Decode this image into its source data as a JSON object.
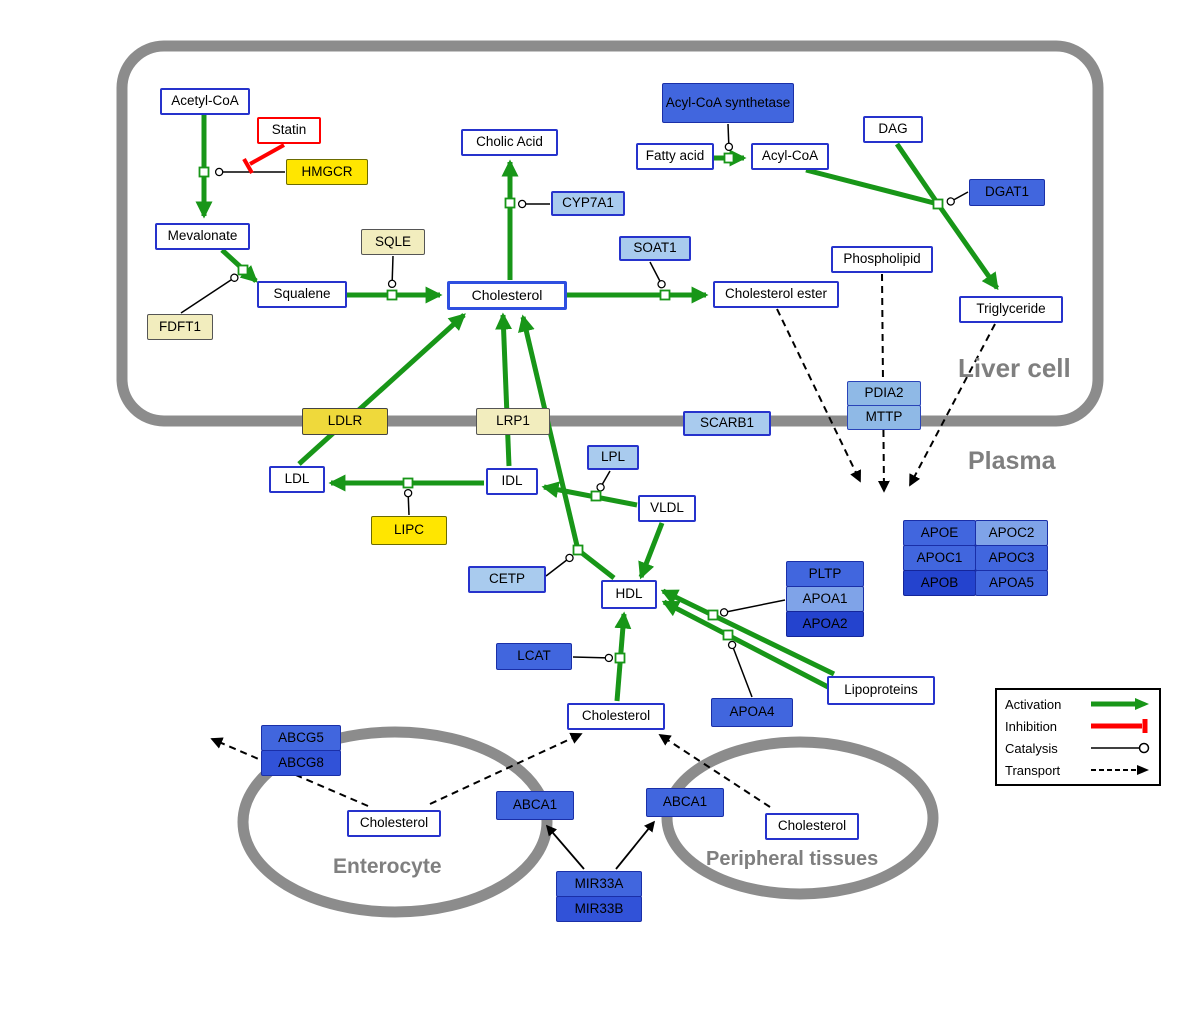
{
  "compartments": {
    "liver": {
      "label": "Liver cell"
    },
    "plasma": {
      "label": "Plasma"
    },
    "enterocyte": {
      "label": "Enterocyte"
    },
    "peripheral": {
      "label": "Peripheral tissues"
    }
  },
  "nodes": {
    "acetyl_coa": {
      "label": "Acetyl-CoA"
    },
    "statin": {
      "label": "Statin"
    },
    "hmgcr": {
      "label": "HMGCR"
    },
    "mevalonate": {
      "label": "Mevalonate"
    },
    "sqle": {
      "label": "SQLE"
    },
    "fdft1": {
      "label": "FDFT1"
    },
    "squalene": {
      "label": "Squalene"
    },
    "cholic_acid": {
      "label": "Cholic Acid"
    },
    "cyp7a1": {
      "label": "CYP7A1"
    },
    "cholesterol_liver": {
      "label": "Cholesterol"
    },
    "soat1": {
      "label": "SOAT1"
    },
    "cholesterol_ester": {
      "label": "Cholesterol ester"
    },
    "acyl_coa_synthetase": {
      "label": "Acyl-CoA synthetase"
    },
    "fatty_acid": {
      "label": "Fatty acid"
    },
    "acyl_coa2": {
      "label": "Acyl-CoA"
    },
    "dag": {
      "label": "DAG"
    },
    "dgat1": {
      "label": "DGAT1"
    },
    "phospholipid": {
      "label": "Phospholipid"
    },
    "triglyceride": {
      "label": "Triglyceride"
    },
    "pdia2": {
      "label": "PDIA2"
    },
    "mttp": {
      "label": "MTTP"
    },
    "ldlr": {
      "label": "LDLR"
    },
    "lrp1": {
      "label": "LRP1"
    },
    "scarb1": {
      "label": "SCARB1"
    },
    "ldl": {
      "label": "LDL"
    },
    "idl": {
      "label": "IDL"
    },
    "lpl": {
      "label": "LPL"
    },
    "vldl": {
      "label": "VLDL"
    },
    "lipc": {
      "label": "LIPC"
    },
    "cetp": {
      "label": "CETP"
    },
    "hdl": {
      "label": "HDL"
    },
    "pltp": {
      "label": "PLTP"
    },
    "apoa1": {
      "label": "APOA1"
    },
    "apoa2": {
      "label": "APOA2"
    },
    "apoe": {
      "label": "APOE"
    },
    "apoc2": {
      "label": "APOC2"
    },
    "apoc1": {
      "label": "APOC1"
    },
    "apoc3": {
      "label": "APOC3"
    },
    "apob": {
      "label": "APOB"
    },
    "apoa5": {
      "label": "APOA5"
    },
    "lcat": {
      "label": "LCAT"
    },
    "apoa4": {
      "label": "APOA4"
    },
    "lipoproteins": {
      "label": "Lipoproteins"
    },
    "cholesterol_plasma": {
      "label": "Cholesterol"
    },
    "abcg5": {
      "label": "ABCG5"
    },
    "abcg8": {
      "label": "ABCG8"
    },
    "cholesterol_enterocyte": {
      "label": "Cholesterol"
    },
    "abca1_enterocyte": {
      "label": "ABCA1"
    },
    "abca1_peripheral": {
      "label": "ABCA1"
    },
    "cholesterol_peripheral": {
      "label": "Cholesterol"
    },
    "mir33a": {
      "label": "MIR33A"
    },
    "mir33b": {
      "label": "MIR33B"
    }
  },
  "legend": {
    "activation": "Activation",
    "inhibition": "Inhibition",
    "catalysis": "Catalysis",
    "transport": "Transport"
  },
  "palette": {
    "activation_green": "#189618",
    "inhibition_red": "#FF0000",
    "membrane_gray": "#8C8C8C",
    "node_border_blue": "#2633CC",
    "gene_blue": "#4166DE",
    "gene_blue_dark": "#2443CE",
    "gene_blue_light": "#7FA3E8",
    "enzyme_light_blue": "#A9CBEE",
    "highlight_yellow": "#FFE600",
    "pale_yellow": "#F2EDBE"
  }
}
